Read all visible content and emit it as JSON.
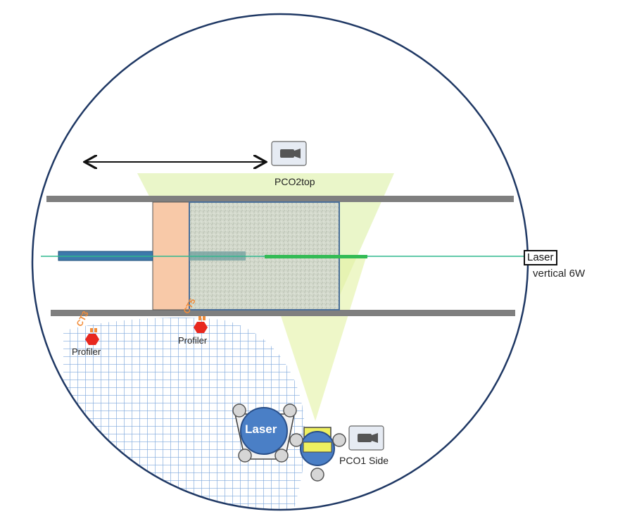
{
  "labels": {
    "pco2top": "PCO2top",
    "pco1_side": "PCO1 Side",
    "laser_box": "Laser",
    "laser_vertical": "vertical 6W",
    "laser_device": "Laser",
    "profiler_left": "Profiler",
    "profiler_right": "Profiler",
    "tc_left": "CT3",
    "tc_right": "CT5"
  },
  "colors": {
    "rail": "#7f7f7f",
    "piston": "#f8c9a8",
    "sample": "#cfd6cc",
    "sample_border": "#4a6f9a",
    "rod": "#3d79ab",
    "laser_line": "#2fb88e",
    "laser_sheet": "#33bb55",
    "cone": "#d9ee9c",
    "grid": "#7da8dc",
    "device_blue": "#4a7fc6",
    "device_yellow": "#eef060",
    "sensor_red": "#e8281e",
    "sensor_tag": "#f28c38"
  },
  "icons": [
    "camera-icon",
    "double-arrow-icon"
  ]
}
